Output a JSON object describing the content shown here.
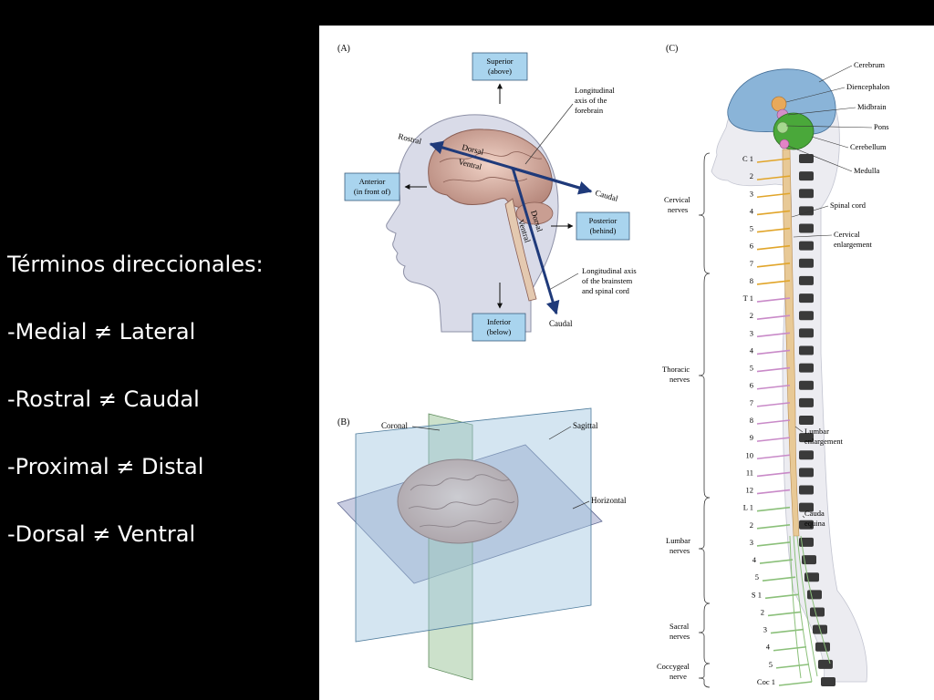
{
  "slide": {
    "heading": "Términos direccionales:",
    "terms": [
      "-Medial ≠ Lateral",
      "-Rostral ≠ Caudal",
      "-Proximal ≠ Distal",
      "-Dorsal ≠ Ventral"
    ]
  },
  "panel_a": {
    "letter": "(A)",
    "superior": [
      "Superior",
      "(above)"
    ],
    "anterior": [
      "Anterior",
      "(in front of)"
    ],
    "posterior": [
      "Posterior",
      "(behind)"
    ],
    "inferior": [
      "Inferior",
      "(below)"
    ],
    "forebrain_axis": [
      "Longitudinal",
      "axis of the",
      "forebrain"
    ],
    "brainstem_axis": [
      "Longitudinal axis",
      "of the brainstem",
      "and spinal cord"
    ],
    "rostral": "Rostral",
    "caudal_upper": "Caudal",
    "caudal_lower": "Caudal",
    "dorsal_upper": "Dorsal",
    "ventral_upper": "Ventral",
    "dorsal_lower": "Dorsal",
    "ventral_lower": "Ventral"
  },
  "panel_b": {
    "letter": "(B)",
    "coronal": "Coronal",
    "sagittal": "Sagittal",
    "horizontal": "Horizontal"
  },
  "panel_c": {
    "letter": "(C)",
    "right_labels": {
      "cerebrum": "Cerebrum",
      "diencephalon": "Diencephalon",
      "midbrain": "Midbrain",
      "pons": "Pons",
      "cerebellum": "Cerebellum",
      "medulla": "Medulla",
      "spinal_cord": "Spinal cord",
      "cervical_enlargement": [
        "Cervical",
        "enlargement"
      ],
      "lumbar_enlargement": [
        "Lumbar",
        "enlargement"
      ],
      "cauda_equina": [
        "Cauda",
        "equina"
      ]
    },
    "left_groups": {
      "cervical": [
        "Cervical",
        "nerves"
      ],
      "thoracic": [
        "Thoracic",
        "nerves"
      ],
      "lumbar": [
        "Lumbar",
        "nerves"
      ],
      "sacral": [
        "Sacral",
        "nerves"
      ],
      "coccygeal": [
        "Coccygeal",
        "nerve"
      ]
    },
    "segments": [
      "C 1",
      "2",
      "3",
      "4",
      "5",
      "6",
      "7",
      "8",
      "T 1",
      "2",
      "3",
      "4",
      "5",
      "6",
      "7",
      "8",
      "9",
      "10",
      "11",
      "12",
      "L 1",
      "2",
      "3",
      "4",
      "5",
      "S 1",
      "2",
      "3",
      "4",
      "5",
      "Coc 1"
    ]
  },
  "colors": {
    "background": "#000000",
    "box_fill": "#a9d4ee",
    "arrow_blue": "#1f3a7a",
    "brain_pink": "#dcb6aa",
    "cerebrum_blue": "#8ab4d8",
    "cerebellum_green": "#4aa83a",
    "spinal_cord": "#e8c996",
    "nerve_yellow": "#e1a52a",
    "nerve_pink": "#c98ac8",
    "nerve_green": "#8bc07a"
  }
}
